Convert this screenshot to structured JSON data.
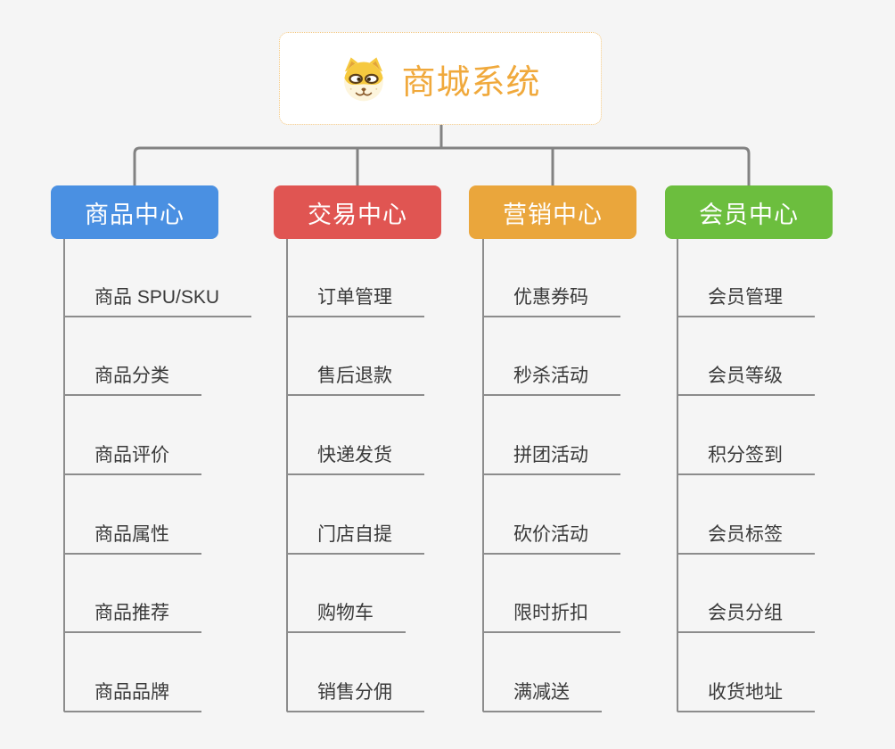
{
  "root": {
    "title": "商城系统",
    "icon": "doge-icon"
  },
  "branches": [
    {
      "label": "商品中心",
      "color": "#4a90e2",
      "children": [
        "商品 SPU/SKU",
        "商品分类",
        "商品评价",
        "商品属性",
        "商品推荐",
        "商品品牌"
      ]
    },
    {
      "label": "交易中心",
      "color": "#e05552",
      "children": [
        "订单管理",
        "售后退款",
        "快递发货",
        "门店自提",
        "购物车",
        "销售分佣"
      ]
    },
    {
      "label": "营销中心",
      "color": "#eaa63c",
      "children": [
        "优惠券码",
        "秒杀活动",
        "拼团活动",
        "砍价活动",
        "限时折扣",
        "满减送"
      ]
    },
    {
      "label": "会员中心",
      "color": "#6cbe3e",
      "children": [
        "会员管理",
        "会员等级",
        "积分签到",
        "会员标签",
        "会员分组",
        "收货地址"
      ]
    }
  ],
  "colors": {
    "background": "#f5f5f5",
    "root_text": "#f0a93c",
    "root_border": "#f2c57c",
    "connector": "#828282",
    "leaf_line": "#8c8c8c",
    "leaf_text": "#3a3a3a",
    "branch_text": "#ffffff"
  }
}
